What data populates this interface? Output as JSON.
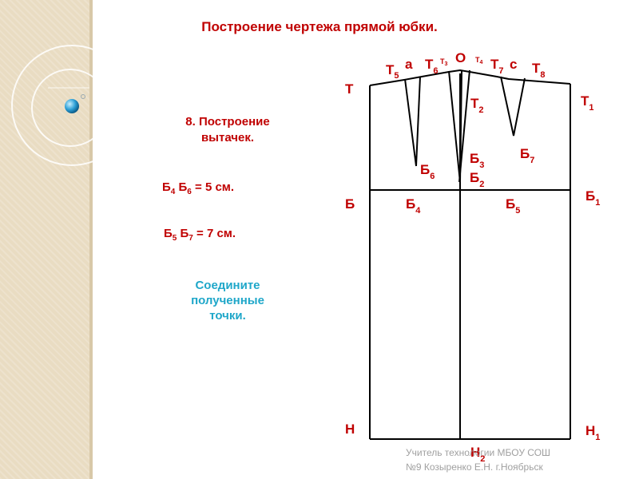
{
  "title": "Построение чертежа прямой юбки.",
  "step": {
    "line1": "8. Построение",
    "line2": "вытачек."
  },
  "formulas": [
    {
      "a": "Б",
      "a_sub": "4",
      "b": "Б",
      "b_sub": "6",
      "rest": " = 5 см."
    },
    {
      "a": "Б",
      "a_sub": "5",
      "b": "Б",
      "b_sub": "7",
      "rest": " = 7 см."
    }
  ],
  "hint": {
    "line1": "Соедините",
    "line2": "полученные",
    "line3": "точки."
  },
  "credit": {
    "line1": "Учитель технологии МБОУ СОШ",
    "line2": "№9 Козыренко Е.Н. г.Ноябрьск"
  },
  "points": {
    "T": {
      "base": "Т",
      "sub": ""
    },
    "T1": {
      "base": "Т",
      "sub": "1"
    },
    "T2": {
      "base": "Т",
      "sub": "2"
    },
    "T3": {
      "base": "Т",
      "sub": "3"
    },
    "T4": {
      "base": "Т",
      "sub": "4"
    },
    "T5": {
      "base": "Т",
      "sub": "5"
    },
    "T6": {
      "base": "Т",
      "sub": "6"
    },
    "T7": {
      "base": "Т",
      "sub": "7"
    },
    "T8": {
      "base": "Т",
      "sub": "8"
    },
    "a": {
      "base": "а",
      "sub": ""
    },
    "O": {
      "base": "О",
      "sub": ""
    },
    "c": {
      "base": "с",
      "sub": ""
    },
    "B": {
      "base": "Б",
      "sub": ""
    },
    "B1": {
      "base": "Б",
      "sub": "1"
    },
    "B2": {
      "base": "Б",
      "sub": "2"
    },
    "B3": {
      "base": "Б",
      "sub": "3"
    },
    "B4": {
      "base": "Б",
      "sub": "4"
    },
    "B5": {
      "base": "Б",
      "sub": "5"
    },
    "B6": {
      "base": "Б",
      "sub": "6"
    },
    "B7": {
      "base": "Б",
      "sub": "7"
    },
    "H": {
      "base": "Н",
      "sub": ""
    },
    "H1": {
      "base": "Н",
      "sub": "1"
    },
    "H2": {
      "base": "Н",
      "sub": "2"
    }
  },
  "colors": {
    "label": "#c00000",
    "hint": "#1fa7c9",
    "line": "#000000"
  }
}
